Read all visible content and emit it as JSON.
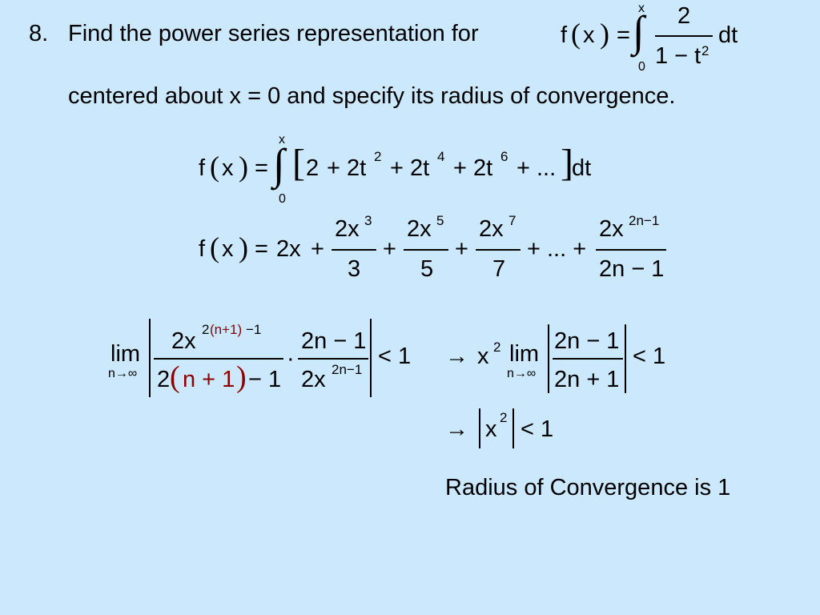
{
  "problem": {
    "number": "8.",
    "text_line1": "Find the power series representation for",
    "text_line2": "centered about x = 0 and specify its radius of convergence.",
    "f": "f",
    "x": "x",
    "eq": "=",
    "integral_upper": "x",
    "integral_lower": "0",
    "frac_numerator": "2",
    "frac_denominator_base": "1 − t",
    "frac_denominator_exp": "2",
    "dt": "dt"
  },
  "series_integral": {
    "integral_upper": "x",
    "integral_lower": "0",
    "terms": [
      {
        "coef": "2",
        "exp": ""
      },
      {
        "coef": "+ 2t",
        "exp": "2"
      },
      {
        "coef": "+ 2t",
        "exp": "4"
      },
      {
        "coef": "+ 2t",
        "exp": "6"
      },
      {
        "coef": "+ ...",
        "exp": ""
      }
    ],
    "dt": "dt"
  },
  "series_result": {
    "first": "2x",
    "plus": "+",
    "fractions": [
      {
        "num": "2x",
        "num_exp": "3",
        "den": "3"
      },
      {
        "num": "2x",
        "num_exp": "5",
        "den": "5"
      },
      {
        "num": "2x",
        "num_exp": "7",
        "den": "7"
      }
    ],
    "ellipsis": "+ ... +",
    "general": {
      "num": "2x",
      "num_exp": "2n−1",
      "den": "2n − 1"
    }
  },
  "ratio_test": {
    "lim": "lim",
    "lim_sub": "n→∞",
    "num1": "2x",
    "num1_exp_a": "2",
    "num1_exp_b": "(n+1)",
    "num1_exp_c": "−1",
    "den1_a": "2",
    "den1_b": "n + 1",
    "den1_c": "− 1",
    "dot": "·",
    "num2": "2n − 1",
    "den2": "2x",
    "den2_exp": "2n−1",
    "lt_one": "< 1",
    "arrow": "→",
    "x_sq": "x",
    "x_sq_exp": "2",
    "num3": "2n − 1",
    "den3": "2n + 1"
  },
  "abs_line": {
    "arrow": "→",
    "x": "x",
    "exp": "2",
    "lt_one": "< 1"
  },
  "conclusion": "Radius of Convergence is 1",
  "colors": {
    "background": "#cce8fd",
    "accent_red": "#8b0000"
  }
}
